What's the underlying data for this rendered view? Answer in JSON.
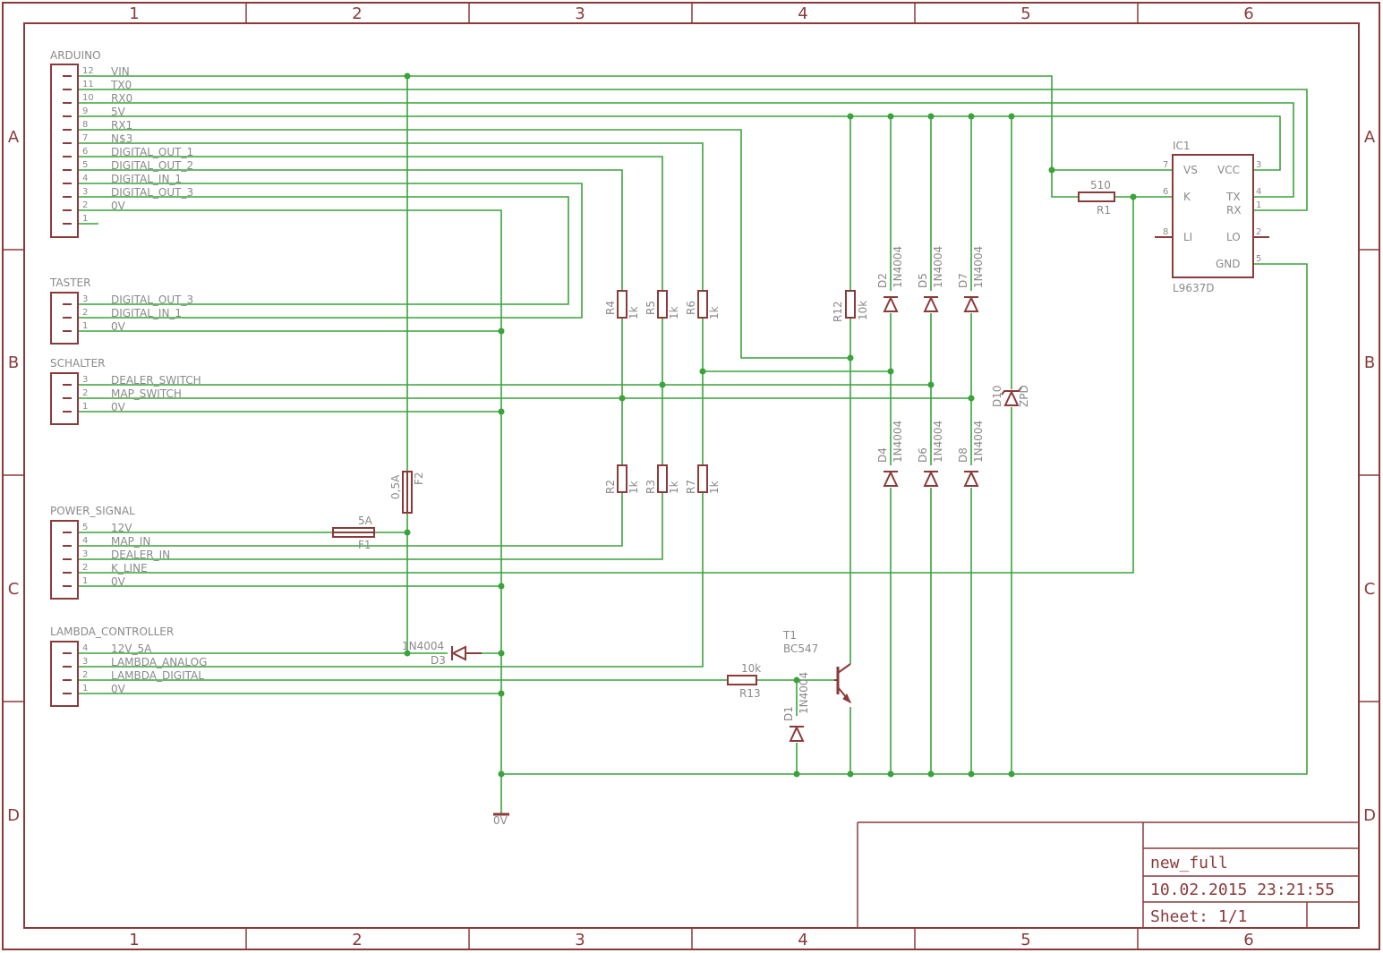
{
  "grid": {
    "columns": [
      "1",
      "2",
      "3",
      "4",
      "5",
      "6"
    ],
    "rows": [
      "A",
      "B",
      "C",
      "D"
    ]
  },
  "title_block": {
    "name": "new_full",
    "date": "10.02.2015 23:21:55",
    "sheet": "Sheet: 1/1"
  },
  "connectors": {
    "arduino": {
      "name": "ARDUINO",
      "pins": [
        {
          "num": "12",
          "label": "VIN"
        },
        {
          "num": "11",
          "label": "TX0"
        },
        {
          "num": "10",
          "label": "RX0"
        },
        {
          "num": "9",
          "label": "5V"
        },
        {
          "num": "8",
          "label": "RX1"
        },
        {
          "num": "7",
          "label": "N$3"
        },
        {
          "num": "6",
          "label": "DIGITAL_OUT_1"
        },
        {
          "num": "5",
          "label": "DIGITAL_OUT_2"
        },
        {
          "num": "4",
          "label": "DIGITAL_IN_1"
        },
        {
          "num": "3",
          "label": "DIGITAL_OUT_3"
        },
        {
          "num": "2",
          "label": "0V"
        },
        {
          "num": "1",
          "label": ""
        }
      ]
    },
    "taster": {
      "name": "TASTER",
      "pins": [
        {
          "num": "3",
          "label": "DIGITAL_OUT_3"
        },
        {
          "num": "2",
          "label": "DIGITAL_IN_1"
        },
        {
          "num": "1",
          "label": "0V"
        }
      ]
    },
    "schalter": {
      "name": "SCHALTER",
      "pins": [
        {
          "num": "3",
          "label": "DEALER_SWITCH"
        },
        {
          "num": "2",
          "label": "MAP_SWITCH"
        },
        {
          "num": "1",
          "label": "0V"
        }
      ]
    },
    "power_signal": {
      "name": "POWER_SIGNAL",
      "pins": [
        {
          "num": "5",
          "label": "12V"
        },
        {
          "num": "4",
          "label": "MAP_IN"
        },
        {
          "num": "3",
          "label": "DEALER_IN"
        },
        {
          "num": "2",
          "label": "K_LINE"
        },
        {
          "num": "1",
          "label": "0V"
        }
      ]
    },
    "lambda_controller": {
      "name": "LAMBDA_CONTROLLER",
      "pins": [
        {
          "num": "4",
          "label": "12V_5A"
        },
        {
          "num": "3",
          "label": "LAMBDA_ANALOG"
        },
        {
          "num": "2",
          "label": "LAMBDA_DIGITAL"
        },
        {
          "num": "1",
          "label": "0V"
        }
      ]
    }
  },
  "ic1": {
    "ref": "IC1",
    "part": "L9637D",
    "pins": {
      "vs": {
        "num": "7",
        "label": "VS"
      },
      "k": {
        "num": "6",
        "label": "K"
      },
      "li": {
        "num": "8",
        "label": "LI"
      },
      "vcc": {
        "num": "3",
        "label": "VCC"
      },
      "tx": {
        "num": "4",
        "label": "TX"
      },
      "rx": {
        "num": "1",
        "label": "RX"
      },
      "lo": {
        "num": "2",
        "label": "LO"
      },
      "gnd": {
        "num": "5",
        "label": "GND"
      }
    }
  },
  "resistors": {
    "r1": {
      "ref": "R1",
      "value": "510"
    },
    "r2": {
      "ref": "R2",
      "value": "1k"
    },
    "r3": {
      "ref": "R3",
      "value": "1k"
    },
    "r4": {
      "ref": "R4",
      "value": "1k"
    },
    "r5": {
      "ref": "R5",
      "value": "1k"
    },
    "r6": {
      "ref": "R6",
      "value": "1k"
    },
    "r7": {
      "ref": "R7",
      "value": "1k"
    },
    "r12": {
      "ref": "R12",
      "value": "10k"
    },
    "r13": {
      "ref": "R13",
      "value": "10k"
    }
  },
  "fuses": {
    "f1": {
      "ref": "F1",
      "value": "5A"
    },
    "f2": {
      "ref": "F2",
      "value": "0,5A"
    }
  },
  "diodes": {
    "d1": {
      "ref": "D1",
      "value": "1N4004"
    },
    "d2": {
      "ref": "D2",
      "value": "1N4004"
    },
    "d3": {
      "ref": "D3",
      "value": "1N4004"
    },
    "d4": {
      "ref": "D4",
      "value": "1N4004"
    },
    "d5": {
      "ref": "D5",
      "value": "1N4004"
    },
    "d6": {
      "ref": "D6",
      "value": "1N4004"
    },
    "d7": {
      "ref": "D7",
      "value": "1N4004"
    },
    "d8": {
      "ref": "D8",
      "value": "1N4004"
    },
    "d10": {
      "ref": "D10",
      "value": "ZPD"
    }
  },
  "transistor": {
    "ref": "T1",
    "value": "BC547"
  },
  "ground": {
    "label": "0V"
  },
  "colors": {
    "symbol": "#8b3a3a",
    "wire": "#3aa33a",
    "text": "#8a8a8a"
  }
}
